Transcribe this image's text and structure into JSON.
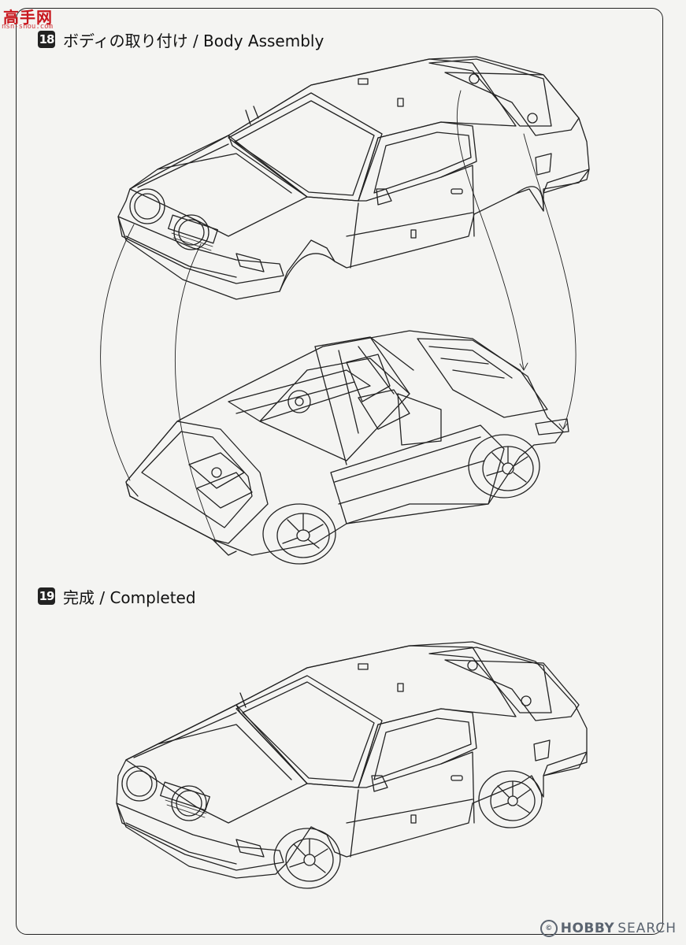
{
  "watermark": {
    "chars": "高手网",
    "url": "nsn-shou.com"
  },
  "steps": [
    {
      "number": "18",
      "title": "ボディの取り付け / Body Assembly"
    },
    {
      "number": "19",
      "title": "完成 / Completed"
    }
  ],
  "footer": {
    "logo": "HOBBY",
    "word": "SEARCH",
    "mark": "©"
  },
  "colors": {
    "line": "#222222",
    "paper": "#f4f4f2",
    "brand": "#5b6470",
    "watermark": "#c8171e"
  }
}
